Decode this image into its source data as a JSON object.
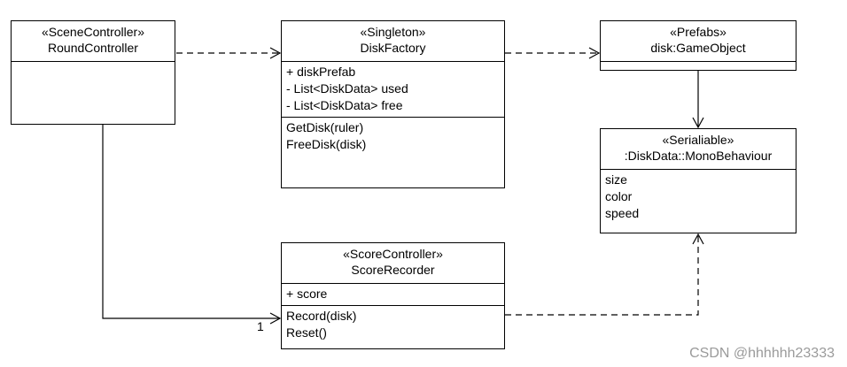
{
  "classes": {
    "round_controller": {
      "stereotype": "«SceneController»",
      "name": "RoundController"
    },
    "disk_factory": {
      "stereotype": "«Singleton»",
      "name": "DiskFactory",
      "attributes": [
        "+ diskPrefab",
        "- List<DiskData> used",
        "- List<DiskData> free"
      ],
      "operations": [
        "GetDisk(ruler)",
        "FreeDisk(disk)"
      ]
    },
    "prefabs": {
      "stereotype": "«Prefabs»",
      "name": "disk:GameObject"
    },
    "disk_data": {
      "stereotype": "«Serialiable»",
      "name": ":DiskData::MonoBehaviour",
      "attributes": [
        "size",
        "color",
        "speed"
      ]
    },
    "score_recorder": {
      "stereotype": "«ScoreController»",
      "name": "ScoreRecorder",
      "attributes": [
        "+ score"
      ],
      "operations": [
        "Record(disk)",
        "Reset()"
      ]
    }
  },
  "connectors": {
    "round_to_score_multiplicity": "1"
  },
  "watermark": "CSDN @hhhhhh23333"
}
